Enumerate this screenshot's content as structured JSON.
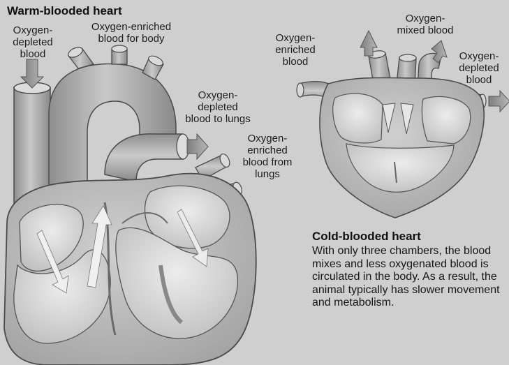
{
  "warm": {
    "title": "Warm-blooded heart",
    "labels": {
      "depleted_in_1": "Oxygen-",
      "depleted_in_2": "depleted",
      "depleted_in_3": "blood",
      "enriched_body_1": "Oxygen-enriched",
      "enriched_body_2": "blood for body",
      "to_lungs_1": "Oxygen-",
      "to_lungs_2": "depleted",
      "to_lungs_3": "blood to lungs",
      "from_lungs_1": "Oxygen-",
      "from_lungs_2": "enriched",
      "from_lungs_3": "blood from",
      "from_lungs_4": "lungs"
    }
  },
  "cold": {
    "title": "Cold-blooded heart",
    "description": "With only three chambers, the blood mixes and less oxygenated blood is circulated in the body. As a result, the animal typically has slower movement and metabolism.",
    "labels": {
      "enriched_1": "Oxygen-",
      "enriched_2": "enriched",
      "enriched_3": "blood",
      "mixed_1": "Oxygen-",
      "mixed_2": "mixed blood",
      "depleted_1": "Oxygen-",
      "depleted_2": "depleted",
      "depleted_3": "blood"
    }
  },
  "colors": {
    "background": "#cfcfcf",
    "heart_fill": "#b9b9b9",
    "vessel_fill": "#a9a9a9",
    "chamber_fill": "#e2e2e2",
    "outline": "#4a4a4a"
  }
}
